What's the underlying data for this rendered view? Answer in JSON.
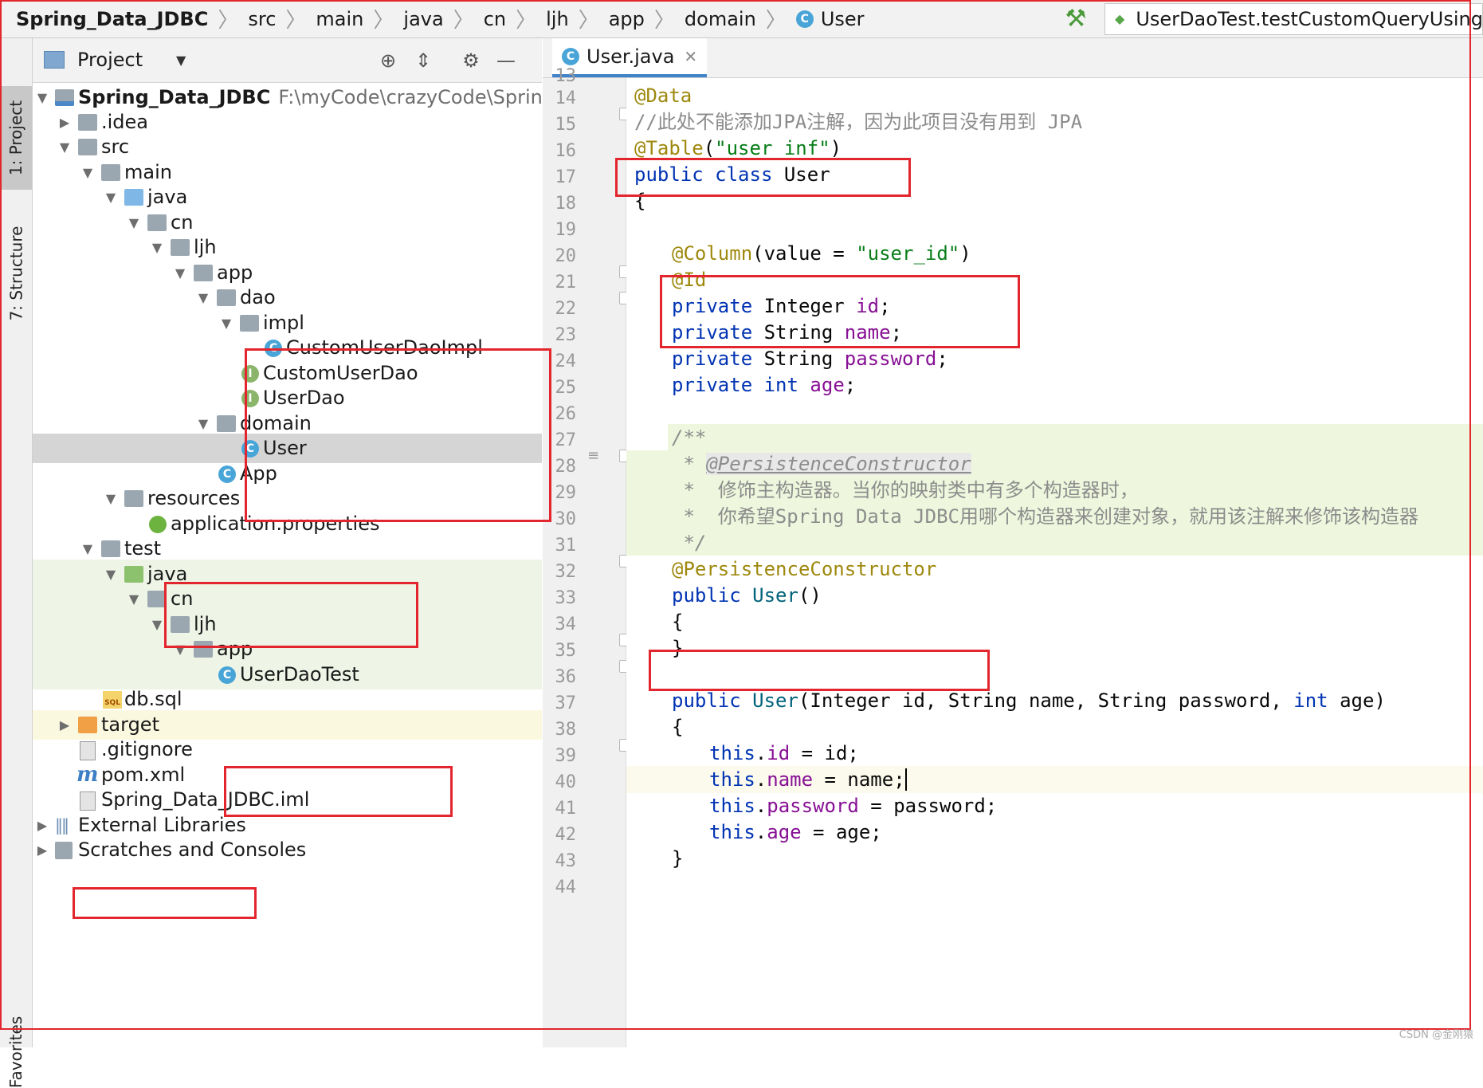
{
  "breadcrumb": [
    "Spring_Data_JDBC",
    "src",
    "main",
    "java",
    "cn",
    "ljh",
    "app",
    "domain",
    "User"
  ],
  "run_config": "UserDaoTest.testCustomQueryUsingTem",
  "tool_tabs": {
    "project": "1: Project",
    "structure": "7: Structure",
    "favorites": "Favorites"
  },
  "project_panel": {
    "title": "Project",
    "tree": [
      {
        "label": "Spring_Data_JDBC",
        "path": "F:\\myCode\\crazyCode\\SpringBoo"
      },
      {
        "label": ".idea"
      },
      {
        "label": "src"
      },
      {
        "label": "main"
      },
      {
        "label": "java"
      },
      {
        "label": "cn"
      },
      {
        "label": "ljh"
      },
      {
        "label": "app"
      },
      {
        "label": "dao"
      },
      {
        "label": "impl"
      },
      {
        "label": "CustomUserDaoImpl"
      },
      {
        "label": "CustomUserDao"
      },
      {
        "label": "UserDao"
      },
      {
        "label": "domain"
      },
      {
        "label": "User"
      },
      {
        "label": "App"
      },
      {
        "label": "resources"
      },
      {
        "label": "application.properties"
      },
      {
        "label": "test"
      },
      {
        "label": "java"
      },
      {
        "label": "cn"
      },
      {
        "label": "ljh"
      },
      {
        "label": "app"
      },
      {
        "label": "UserDaoTest"
      },
      {
        "label": "db.sql"
      },
      {
        "label": "target"
      },
      {
        "label": ".gitignore"
      },
      {
        "label": "pom.xml"
      },
      {
        "label": "Spring_Data_JDBC.iml"
      },
      {
        "label": "External Libraries"
      },
      {
        "label": "Scratches and Consoles"
      }
    ]
  },
  "editor": {
    "tab": "User.java",
    "line_numbers": [
      "13",
      "14",
      "15",
      "16",
      "17",
      "18",
      "19",
      "20",
      "21",
      "22",
      "23",
      "24",
      "25",
      "26",
      "27",
      "28",
      "29",
      "30",
      "31",
      "32",
      "33",
      "34",
      "35",
      "36",
      "37",
      "38",
      "39",
      "40",
      "41",
      "42",
      "43",
      "44"
    ],
    "code": {
      "l14": "@Data",
      "l15": "//此处不能添加JPA注解，因为此项目没有用到 JPA",
      "l16_ann": "@Table",
      "l16_str": "\"user_inf\"",
      "l17_kw": "public class",
      "l17_id": "User",
      "l18": "{",
      "l20_ann": "@Column",
      "l20_mid": "(value = ",
      "l20_str": "\"user_id\"",
      "l21": "@Id",
      "kw_private": "private",
      "t_integer": "Integer",
      "t_string": "String",
      "kw_int": "int",
      "f_id": "id",
      "f_name": "name",
      "f_password": "password",
      "f_age": "age",
      "l27": "/**",
      "l28_star": " * ",
      "l28_tag": "@PersistenceConstructor",
      "l29": " *  修饰主构造器。当你的映射类中有多个构造器时，",
      "l30": " *  你希望Spring Data JDBC用哪个构造器来创建对象，就用该注解来修饰该构造器",
      "l31": " */",
      "l32": "@PersistenceConstructor",
      "kw_public": "public",
      "ctor": "User",
      "l33_tail": "()",
      "l34": "{",
      "l35": "}",
      "l37_params": "(Integer id, String name, String password, ",
      "l37_end": " age)",
      "l38": "{",
      "kw_this": "this",
      "l39_tail": " = id;",
      "l40_tail": " = name;",
      "l41_tail": " = password;",
      "l42_tail": " = age;",
      "l43": "}"
    }
  },
  "watermark": "CSDN @金刚猿",
  "colors": {
    "annotation_box": "#e3262d",
    "keyword": "#0033b3",
    "annotation": "#9e880d",
    "string": "#067d17",
    "field": "#871094"
  }
}
